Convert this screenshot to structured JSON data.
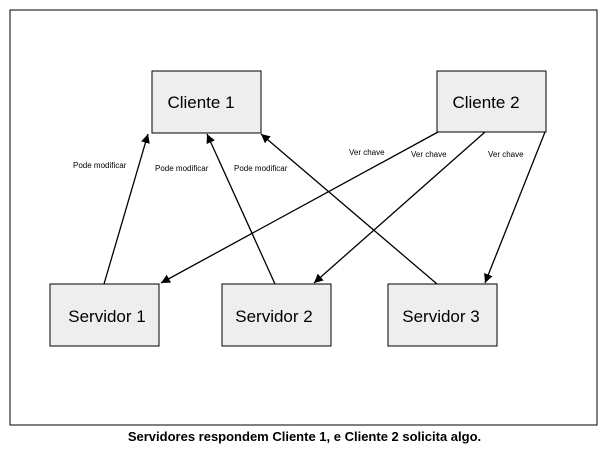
{
  "diagram": {
    "nodes": {
      "cliente1": "Cliente 1",
      "cliente2": "Cliente 2",
      "servidor1": "Servidor 1",
      "servidor2": "Servidor 2",
      "servidor3": "Servidor 3"
    },
    "edges": [
      {
        "from": "Servidor 1",
        "to": "Cliente 1",
        "label": "Pode modificar"
      },
      {
        "from": "Servidor 2",
        "to": "Cliente 1",
        "label": "Pode modificar"
      },
      {
        "from": "Servidor 3",
        "to": "Cliente 1",
        "label": "Pode modificar"
      },
      {
        "from": "Cliente 2",
        "to": "Servidor 1",
        "label": "Ver chave"
      },
      {
        "from": "Cliente 2",
        "to": "Servidor 2",
        "label": "Ver chave"
      },
      {
        "from": "Cliente 2",
        "to": "Servidor 3",
        "label": "Ver chave"
      }
    ]
  },
  "caption": "Servidores respondem Cliente 1, e Cliente 2 solicita algo."
}
